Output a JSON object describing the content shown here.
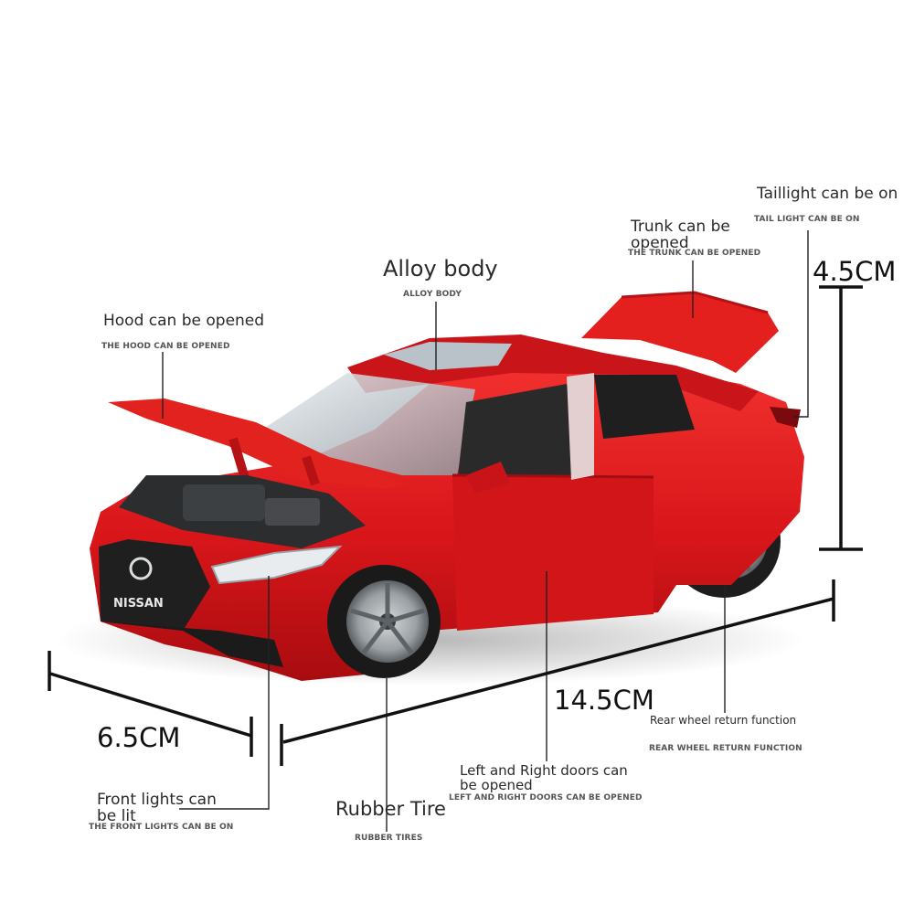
{
  "labels": {
    "alloy_body": "Alloy body",
    "alloy_body_sub": "ALLOY BODY",
    "hood": "Hood can be opened",
    "hood_sub": "THE HOOD CAN BE OPENED",
    "trunk": "Trunk can be opened",
    "trunk_sub": "THE TRUNK CAN BE OPENED",
    "taillight": "Taillight can be on",
    "taillight_sub": "TAIL LIGHT CAN BE ON",
    "front_lights": "Front lights can be lit",
    "front_lights_sub": "THE FRONT LIGHTS CAN BE ON",
    "rubber_tire": "Rubber Tire",
    "rubber_tire_sub": "RUBBER TIRES",
    "doors": "Left and Right doors can be opened",
    "doors_sub": "LEFT AND RIGHT DOORS  CAN BE OPENED",
    "rear_wheel": "Rear wheel return function",
    "rear_wheel_sub": "REAR WHEEL RETURN FUNCTION"
  },
  "dimensions": {
    "height": "4.5CM",
    "length": "14.5CM",
    "width": "6.5CM"
  },
  "brand_badge": "NISSAN",
  "colors": {
    "car_body": "#d9171b",
    "annotation_line": "#222222"
  }
}
